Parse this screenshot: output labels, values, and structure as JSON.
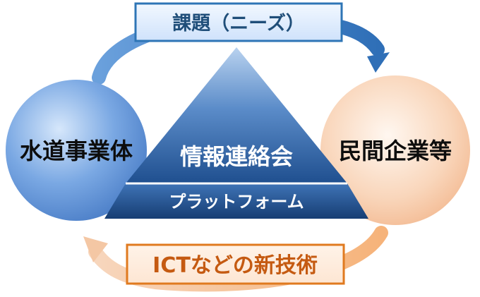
{
  "diagram": {
    "top_box_label": "課題（ニーズ）",
    "bottom_box_label": "ICTなどの新技術",
    "left_circle_label": "水道事業体",
    "right_circle_label": "民間企業等",
    "pyramid_top_label": "情報連絡会",
    "pyramid_bottom_label": "プラットフォーム"
  },
  "colors": {
    "blue_dark": "#1f4e79",
    "blue_mid": "#4f86c6",
    "orange": "#e67e22",
    "peach": "#f7c9a4",
    "box_blue_border": "#2e75b6",
    "box_orange_border": "#e07a1f"
  }
}
